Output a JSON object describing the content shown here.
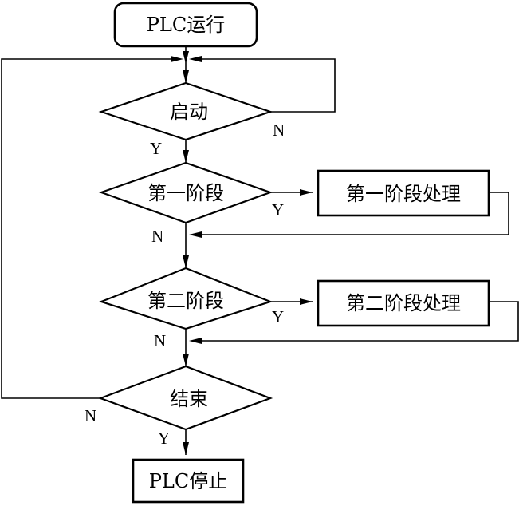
{
  "nodes": {
    "start": "PLC运行",
    "start_check": "启动",
    "stage1_check": "第一阶段",
    "stage1_process": "第一阶段处理",
    "stage2_check": "第二阶段",
    "stage2_process": "第二阶段处理",
    "end_check": "结束",
    "stop": "PLC停止"
  },
  "edge_labels": {
    "start_no": "N",
    "start_yes": "Y",
    "stage1_yes": "Y",
    "stage1_no": "N",
    "stage2_yes": "Y",
    "stage2_no": "N",
    "end_no": "N",
    "end_yes": "Y"
  }
}
